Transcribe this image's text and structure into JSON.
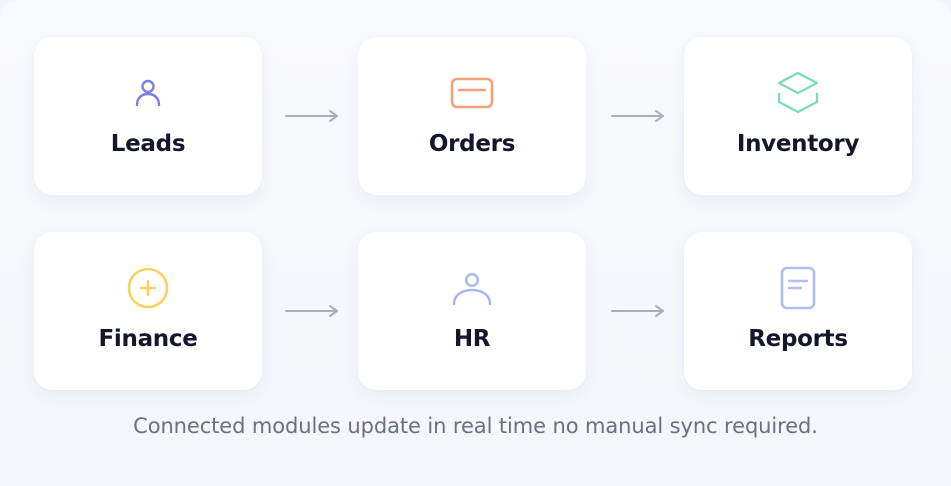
{
  "modules": [
    {
      "id": "leads",
      "label": "Leads",
      "icon": "user-icon",
      "color": "#7b7fe0"
    },
    {
      "id": "orders",
      "label": "Orders",
      "icon": "card-icon",
      "color": "#f1a27d"
    },
    {
      "id": "inventory",
      "label": "Inventory",
      "icon": "layers-icon",
      "color": "#7fd9bb"
    },
    {
      "id": "finance",
      "label": "Finance",
      "icon": "plus-circle-icon",
      "color": "#f5d35e"
    },
    {
      "id": "hr",
      "label": "HR",
      "icon": "user-icon",
      "color": "#a9b5f1"
    },
    {
      "id": "reports",
      "label": "Reports",
      "icon": "document-icon",
      "color": "#b3bdf5"
    }
  ],
  "arrow_color": "#a8aebb",
  "caption": "Connected modules update in real time no manual sync required."
}
